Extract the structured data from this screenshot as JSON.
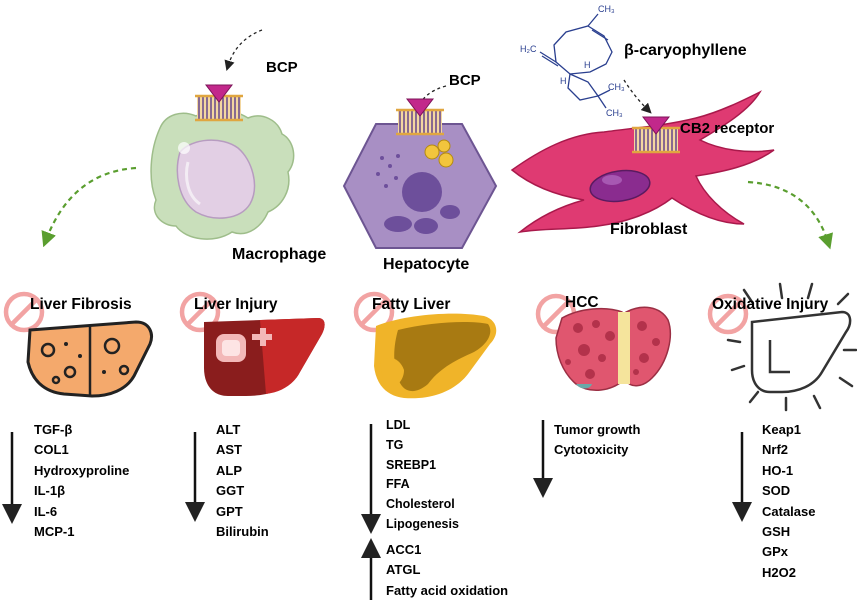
{
  "molecule_label": "β-caryophyllene",
  "bcp_label": "BCP",
  "receptor_label": "CB2 receptor",
  "cells": {
    "macrophage": "Macrophage",
    "hepatocyte": "Hepatocyte",
    "fibroblast": "Fibroblast"
  },
  "conditions": [
    {
      "title": "Liver Fibrosis",
      "markers": [
        "TGF-β",
        "COL1",
        "Hydroxyproline",
        "IL-1β",
        "IL-6",
        "MCP-1"
      ]
    },
    {
      "title": "Liver Injury",
      "markers": [
        "ALT",
        "AST",
        "ALP",
        "GGT",
        "GPT",
        "Bilirubin"
      ]
    },
    {
      "title": "Fatty Liver",
      "markers_down": [
        "LDL",
        "TG",
        "SREBP1",
        "FFA",
        "Cholesterol",
        "Lipogenesis"
      ],
      "markers_up": [
        "ACC1",
        "ATGL",
        "Fatty acid oxidation"
      ]
    },
    {
      "title": "HCC",
      "markers": [
        "Tumor growth",
        "Cytotoxicity"
      ]
    },
    {
      "title": "Oxidative Injury",
      "markers": [
        "Keap1",
        "Nrf2",
        "HO-1",
        "SOD",
        "Catalase",
        "GSH",
        "GPx",
        "H2O2"
      ]
    }
  ],
  "colors": {
    "receptor": "#c2288b",
    "macrophage": "#c9dfbb",
    "hepatocyte": "#a88fc4",
    "fibroblast": "#df3a72",
    "green_arrow": "#5a9e2f",
    "prohibit": "#f2a3a3",
    "molecule": "#2a3f8f"
  },
  "icons": {
    "receptor": "membrane-receptor-icon",
    "prohibit": "prohibit-icon",
    "fibrosis": "fibrotic-liver-icon",
    "injury": "injured-liver-icon",
    "fatty": "fatty-liver-icon",
    "hcc": "tumor-liver-icon",
    "oxidative": "oxidative-liver-icon"
  }
}
